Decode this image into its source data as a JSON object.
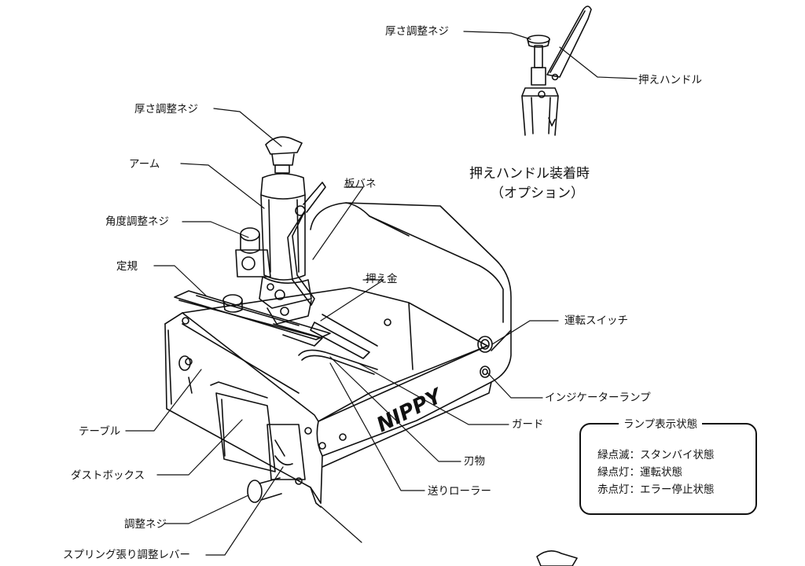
{
  "inset": {
    "thickness_screw": "厚さ調整ネジ",
    "press_handle": "押えハンドル",
    "caption_line1": "押えハンドル装着時",
    "caption_line2": "（オプション）"
  },
  "labels": {
    "thickness_screw": "厚さ調整ネジ",
    "arm": "アーム",
    "leaf_spring": "板バネ",
    "angle_screw": "角度調整ネジ",
    "ruler": "定規",
    "presser": "押え金",
    "run_switch": "運転スイッチ",
    "indicator_lamp": "インジケーターランプ",
    "guard": "ガード",
    "table": "テーブル",
    "dust_box": "ダストボックス",
    "blade": "刃物",
    "feed_roller": "送りローラー",
    "adjust_screw": "調整ネジ",
    "spring_lever": "スプリング張り調整レバー"
  },
  "lamp_status": {
    "title": "ランプ表示状態",
    "rows": [
      "緑点滅：スタンバイ状態",
      "緑点灯：運転状態",
      "赤点灯：エラー停止状態"
    ]
  },
  "brand": "NIPPY"
}
